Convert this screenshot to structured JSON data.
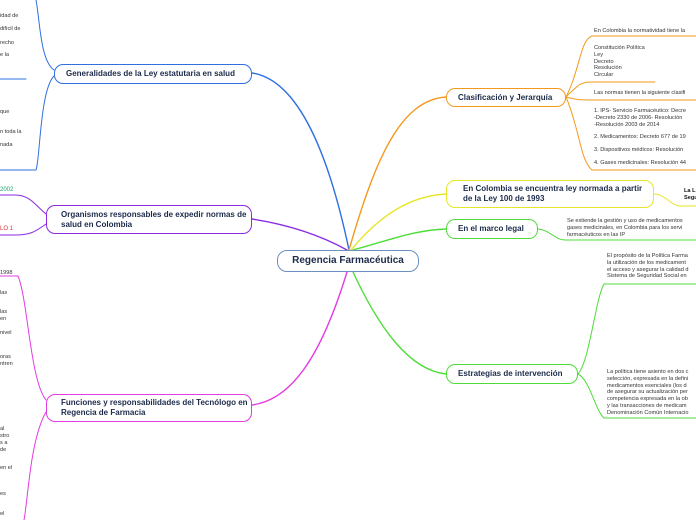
{
  "root": {
    "label": "Regencia Farmacéutica"
  },
  "colors": {
    "blue": "#2f6fe0",
    "purple": "#8a2be2",
    "magenta": "#e23de2",
    "orange": "#f39a1e",
    "yellow": "#e6e62a",
    "green": "#4fdc3a"
  },
  "left": {
    "generalidades": {
      "label": "Generalidades de la Ley estatutaria en salud",
      "fragments": [
        "idad de",
        "difícil de",
        "recho",
        "e la",
        "que",
        "n toda la",
        "nada"
      ]
    },
    "organismos": {
      "label": "Organismos responsables de expedir normas de salud en Colombia",
      "fragments": [
        "2002",
        "LO 1"
      ]
    },
    "funciones": {
      "label": "Funciones y responsabilidades del Tecnólogo en Regencia de Farmacia",
      "fragments": [
        "1998",
        "las",
        "las",
        "en",
        "nivel",
        "oras",
        "ntren",
        "al",
        "stro",
        "s a",
        "de",
        "en el",
        "es",
        "el"
      ]
    }
  },
  "right": {
    "clasificacion": {
      "label": "Clasificación y Jerarquía",
      "items": [
        "En Colombia la normatividad tiene la",
        "Constitución Política\nLey\nDecreto\nResolución\nCircular",
        "Las normas tienen la siguiente clasifi",
        "1. IPS- Servicio Farmacéutico: Decre\n-Decreto 2330 de 2006- Resolución\n-Resolución 2003 de 2014",
        "2. Medicamentos: Decreto 677 de 19",
        "3. Dispositivos médicos: Resolución",
        "4. Gases medicinales: Resolución 44"
      ]
    },
    "ley100": {
      "label": "En Colombia se encuentra ley normada a partir de la Ley 100 de 1993",
      "detail": "La L\nSegu"
    },
    "marco": {
      "label": "En el marco legal",
      "detail": "Se extiende la gestión y uso de medicamentos\ngases medicinales, en Colombia para los servi\nfarmacéuticos en las IP"
    },
    "estrategias": {
      "label": "Estrategias de intervención",
      "items": [
        "El propósito de la Política Farma\nla utilización de los medicament\nel acceso y asegurar la calidad d\nSistema de Seguridad Social en",
        "La política tiene asiento en dos c\nselección, expresada en la defini\nmedicamentos esenciales (los d\nde asegurar su actualización per\ncompetencia expresada en la ob\ny las transacciones de medicam\nDenominación Común Internacio"
      ]
    }
  }
}
